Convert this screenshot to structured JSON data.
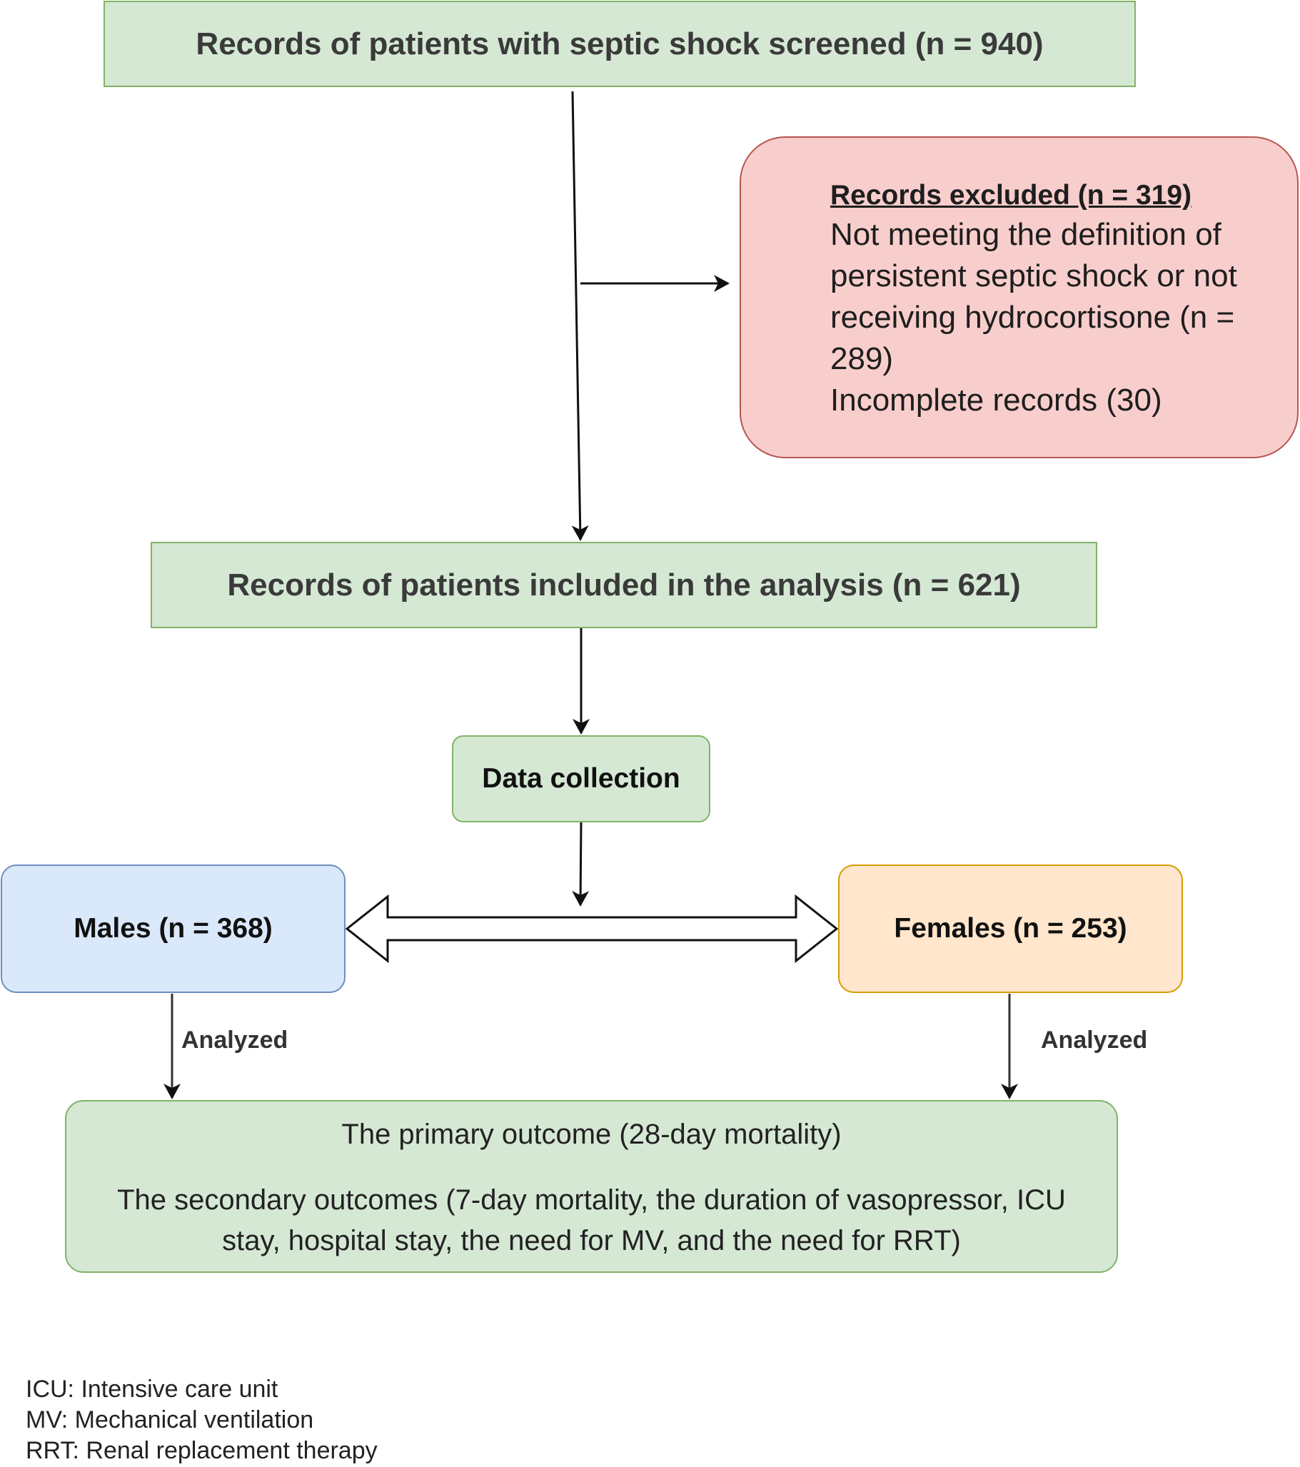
{
  "boxes": {
    "screened": "Records of patients with septic shock screened (n = 940)",
    "excluded": {
      "title": "Records excluded (n = 319)",
      "lines": [
        "Not meeting the definition of persistent septic shock or not receiving hydrocortisone (n = 289)",
        "Incomplete records (30)"
      ]
    },
    "included": "Records of patients included in the analysis (n = 621)",
    "data_collection": "Data collection",
    "males": "Males (n = 368)",
    "females": "Females (n = 253)",
    "outcomes": {
      "primary": "The primary outcome (28-day mortality)",
      "secondary": "The secondary outcomes (7-day mortality, the duration of vasopressor, ICU stay, hospital stay, the need for MV, and the need for RRT)"
    }
  },
  "edge_labels": {
    "males_to_outcomes": "Analyzed",
    "females_to_outcomes": "Analyzed"
  },
  "legend": [
    "ICU: Intensive care unit",
    "MV: Mechanical ventilation",
    "RRT: Renal replacement therapy"
  ],
  "colors": {
    "green_fill": "#d5e8d4",
    "green_border": "#82b366",
    "red_fill": "#f8cecc",
    "red_border": "#b85450",
    "blue_fill": "#dae8fc",
    "blue_border": "#6c8ebf",
    "orange_fill": "#ffe6cc",
    "orange_border": "#d79b00"
  }
}
